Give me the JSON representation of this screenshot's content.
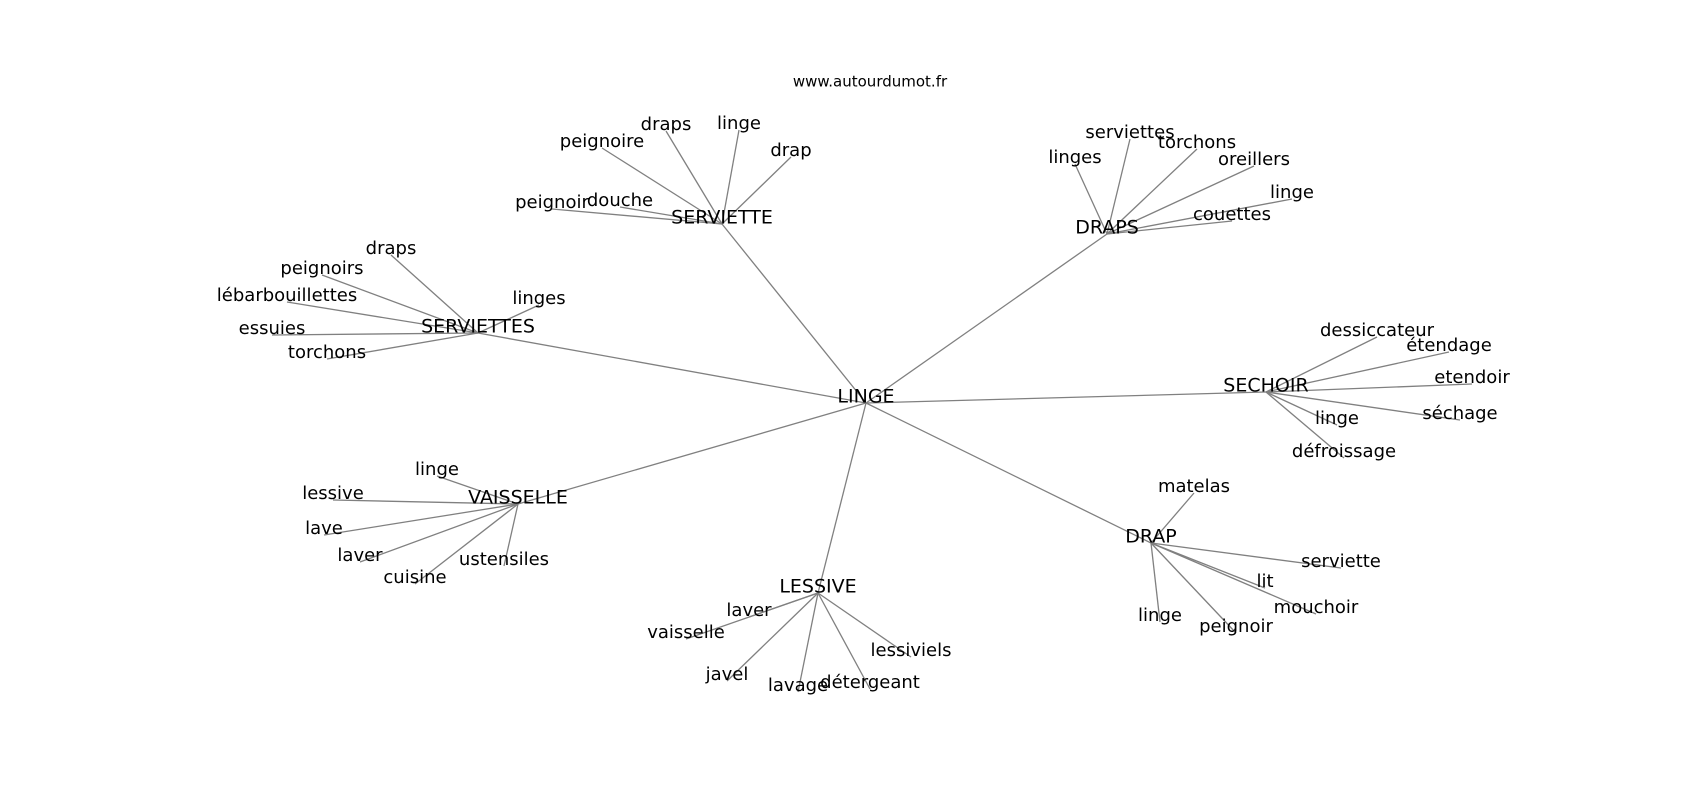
{
  "site": "www.autourdumot.fr",
  "colors": {
    "edge": "#808080",
    "text": "#000000",
    "background": "#ffffff"
  },
  "graph": {
    "center": "LINGE",
    "hubs": [
      {
        "label": "SERVIETTE",
        "words": [
          "peignoire",
          "draps",
          "linge",
          "drap",
          "peignoir",
          "douche"
        ]
      },
      {
        "label": "DRAPS",
        "words": [
          "linges",
          "serviettes",
          "torchons",
          "oreillers",
          "linge",
          "couettes"
        ]
      },
      {
        "label": "SERVIETTES",
        "words": [
          "draps",
          "peignoirs",
          "lébarbouillettes",
          "essuies",
          "torchons",
          "linges"
        ]
      },
      {
        "label": "SECHOIR",
        "words": [
          "dessiccateur",
          "étendage",
          "etendoir",
          "séchage",
          "linge",
          "défroissage"
        ]
      },
      {
        "label": "VAISSELLE",
        "words": [
          "linge",
          "lessive",
          "lave",
          "laver",
          "cuisine",
          "ustensiles"
        ]
      },
      {
        "label": "DRAP",
        "words": [
          "matelas",
          "serviette",
          "lit",
          "mouchoir",
          "linge",
          "peignoir"
        ]
      },
      {
        "label": "LESSIVE",
        "words": [
          "laver",
          "vaisselle",
          "javel",
          "lavage",
          "détergeant",
          "lessiviels"
        ]
      }
    ]
  }
}
